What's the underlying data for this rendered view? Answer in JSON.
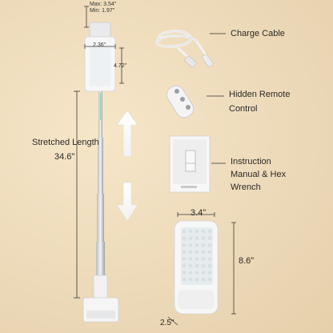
{
  "stand_dims": {
    "max_height": "Max: 3.54\"",
    "min_height": "Min: 1.97\"",
    "head_width": "2.36\"",
    "head_height": "4.72\"",
    "stretched_label": "Stretched Length",
    "stretched_value": "34.6\""
  },
  "accessories": {
    "charge_cable": "Charge Cable",
    "remote_line1": "Hidden Remote",
    "remote_line2": "Control",
    "manual_line1": "Instruction",
    "manual_line2": "Manual & Hex",
    "manual_line3": "Wrench"
  },
  "lamp_dims": {
    "width": "3.4\"",
    "height": "8.6\"",
    "depth": "2.5\""
  },
  "colors": {
    "background": "#eedcbc",
    "device": "#f4f4f4",
    "led": "#e8ecef",
    "accent_pole": "#8fd0b4"
  }
}
